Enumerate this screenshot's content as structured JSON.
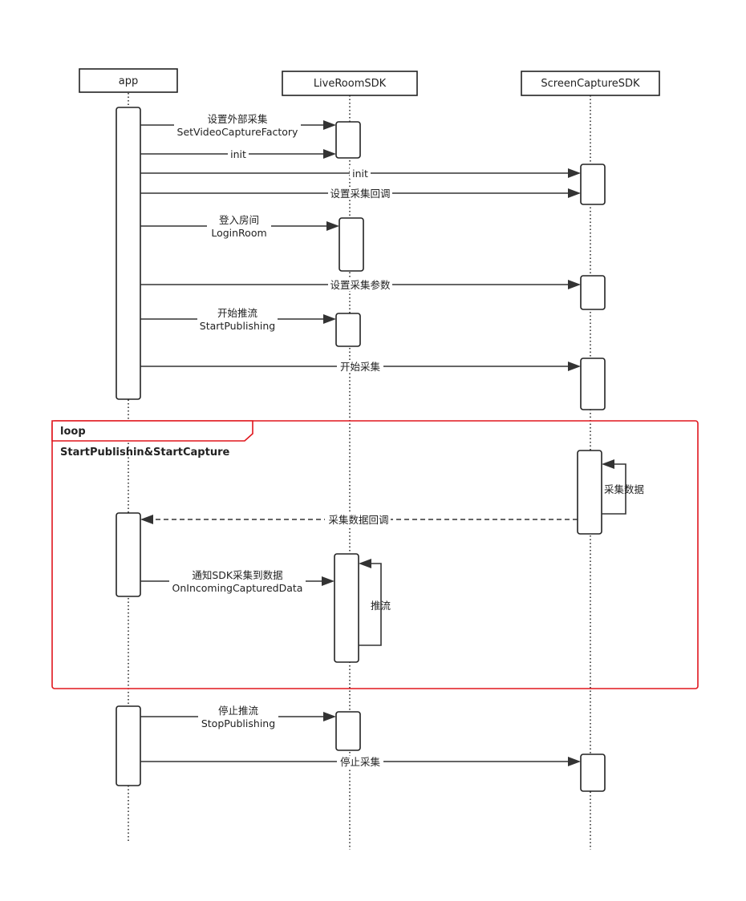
{
  "participants": {
    "app": "app",
    "liveroom": "LiveRoomSDK",
    "screencapture": "ScreenCaptureSDK"
  },
  "messages": {
    "m1_line1": "设置外部采集",
    "m1_line2": "SetVideoCaptureFactory",
    "m2": "init",
    "m3": "init",
    "m4": "设置采集回调",
    "m5_line1": "登入房间",
    "m5_line2": "LoginRoom",
    "m6": "设置采集参数",
    "m7_line1": "开始推流",
    "m7_line2": "StartPublishing",
    "m8": "开始采集",
    "self_capture": "采集数据",
    "callback": "采集数据回调",
    "notify_line1": "通知SDK采集到数据",
    "notify_line2": "OnIncomingCapturedData",
    "self_push": "推流",
    "stop_line1": "停止推流",
    "stop_line2": "StopPublishing",
    "stop_capture": "停止采集"
  },
  "loop": {
    "label": "loop",
    "guard": "StartPublishin&StartCapture"
  },
  "colors": {
    "loop_border": "#e0161d",
    "line": "#333333"
  }
}
